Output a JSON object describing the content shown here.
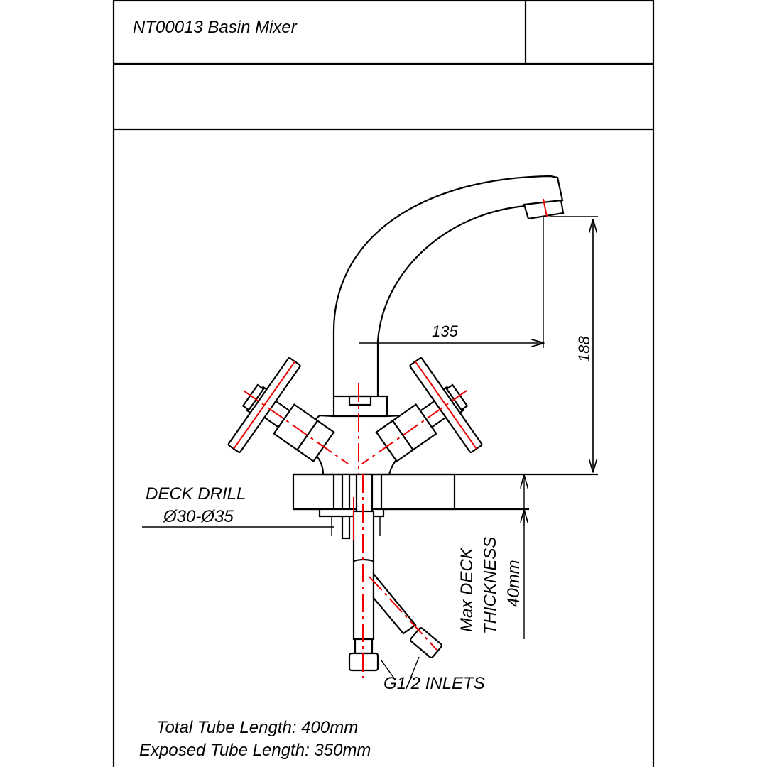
{
  "title_block": {
    "title": "NT00013 Basin Mixer"
  },
  "drawing": {
    "dim_reach": "135",
    "dim_height": "188",
    "deck_drill_label": "DECK DRILL",
    "deck_drill_value": "Ø30-Ø35",
    "deck_thickness_line1": "Max DECK",
    "deck_thickness_line2": "THICKNESS",
    "deck_thickness_value": "40mm",
    "inlets_label": "G1/2 INLETS"
  },
  "notes": {
    "total_tube": "Total Tube Length: 400mm",
    "exposed_tube": "Exposed Tube Length: 350mm"
  },
  "colors": {
    "centerline": "#e00000",
    "hatch": "#00a000"
  }
}
